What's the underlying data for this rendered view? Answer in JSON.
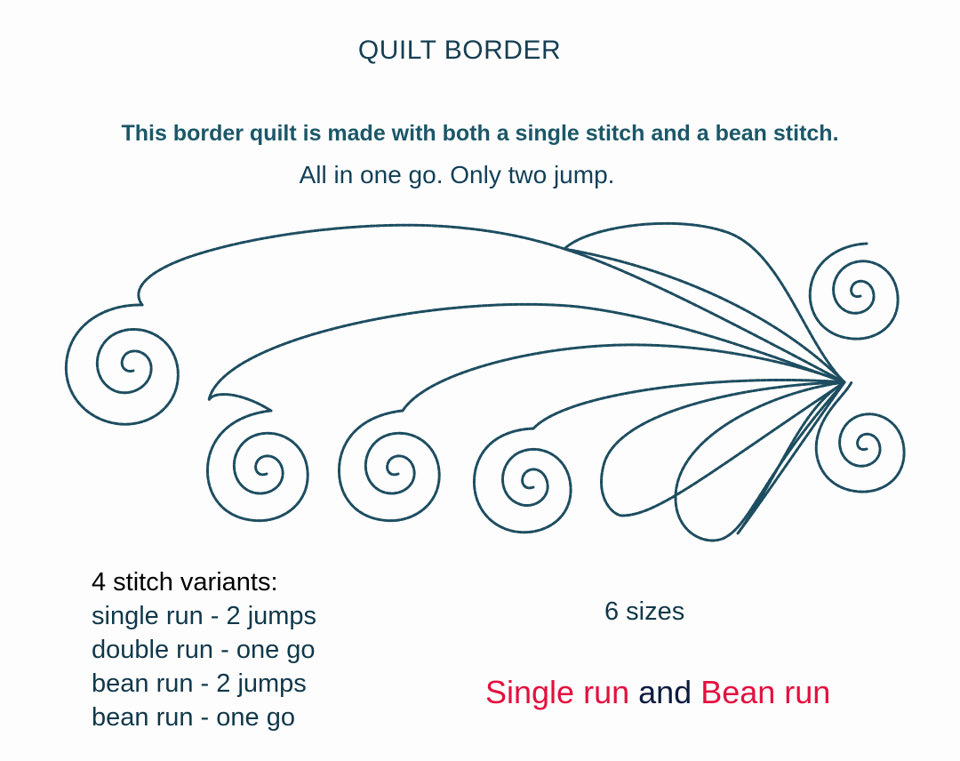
{
  "title": "QUILT BORDER",
  "description_line1": "This border quilt is made with both a single stitch and a bean stitch.",
  "description_line2": "All in one go. Only two jump.",
  "variants": {
    "heading": "4 stitch variants:",
    "items": [
      "single run - 2 jumps",
      "double run - one go",
      "bean run - 2 jumps",
      "bean run - one go"
    ]
  },
  "sizes_label": "6 sizes",
  "runs": {
    "first": "Single run",
    "connector": "and",
    "second": "Bean run"
  },
  "colors": {
    "stitch": "#1d4d60",
    "accent": "#e3103f",
    "text": "#10384a"
  }
}
